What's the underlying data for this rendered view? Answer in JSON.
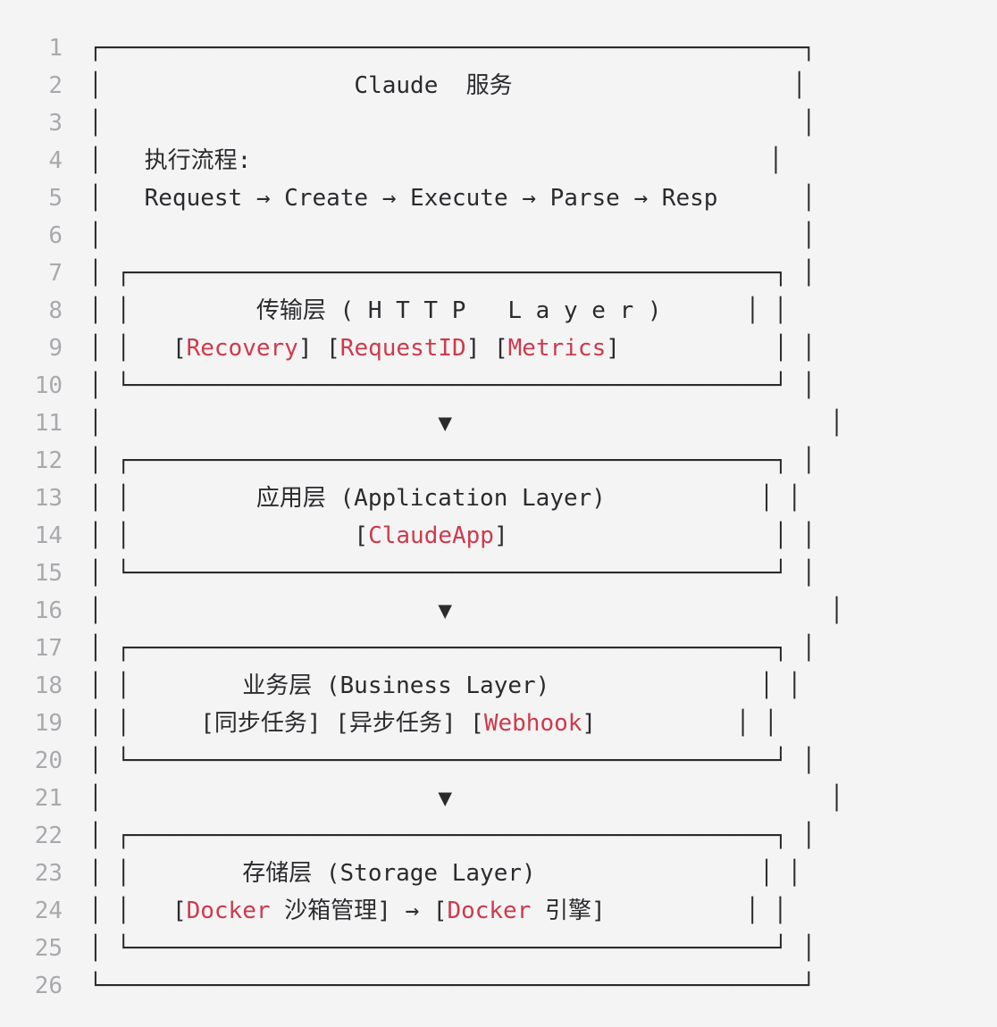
{
  "colors": {
    "background": "#f4f4f5",
    "text": "#2b2b2e",
    "line_numbers": "#a9a9ad",
    "accent_red": "#ce3a4b"
  },
  "diagram": {
    "title": "Claude 服务",
    "flow_label": "执行流程:",
    "flow_steps": [
      "Request",
      "Create",
      "Execute",
      "Parse",
      "Resp"
    ],
    "layers": [
      {
        "title": "传输层 (HTTP Layer)",
        "components": [
          "Recovery",
          "RequestID",
          "Metrics"
        ]
      },
      {
        "title": "应用层 (Application Layer)",
        "components": [
          "ClaudeApp"
        ]
      },
      {
        "title": "业务层 (Business Layer)",
        "components": [
          "同步任务",
          "异步任务",
          "Webhook"
        ]
      },
      {
        "title": "存储层 (Storage Layer)",
        "components": [
          "Docker 沙箱管理",
          "Docker 引擎"
        ]
      }
    ],
    "red_tokens": [
      "Recovery",
      "RequestID",
      "Metrics",
      "ClaudeApp",
      "Webhook",
      "Docker"
    ],
    "arrow_glyph": "▼",
    "flow_arrow_glyph": "→",
    "line_count": 26
  },
  "lines": [
    {
      "n": 1,
      "segs": [
        [
          "t",
          "┌"
        ],
        [
          "d",
          50
        ],
        [
          "t",
          "┐"
        ]
      ]
    },
    {
      "n": 2,
      "segs": [
        [
          "t",
          "│"
        ],
        [
          "s",
          18
        ],
        [
          "t",
          "Claude  服务"
        ],
        [
          "s",
          20
        ],
        [
          "t",
          "│"
        ]
      ]
    },
    {
      "n": 3,
      "segs": [
        [
          "t",
          "│"
        ],
        [
          "s",
          50
        ],
        [
          "t",
          "│"
        ]
      ]
    },
    {
      "n": 4,
      "segs": [
        [
          "t",
          "│"
        ],
        [
          "s",
          3
        ],
        [
          "t",
          "执行流程:"
        ],
        [
          "s",
          37
        ],
        [
          "t",
          "│"
        ]
      ]
    },
    {
      "n": 5,
      "segs": [
        [
          "t",
          "│"
        ],
        [
          "s",
          3
        ],
        [
          "t",
          "Request → Create → Execute → Parse → Resp"
        ],
        [
          "s",
          6
        ],
        [
          "t",
          "│"
        ]
      ]
    },
    {
      "n": 6,
      "segs": [
        [
          "t",
          "│"
        ],
        [
          "s",
          50
        ],
        [
          "t",
          "│"
        ]
      ]
    },
    {
      "n": 7,
      "segs": [
        [
          "t",
          "│ ┌"
        ],
        [
          "d",
          46
        ],
        [
          "t",
          "┐ │"
        ]
      ]
    },
    {
      "n": 8,
      "segs": [
        [
          "t",
          "│ │"
        ],
        [
          "s",
          9
        ],
        [
          "t",
          "传输层 "
        ],
        [
          "w",
          "(HTTP Layer)"
        ],
        [
          "s",
          5
        ],
        [
          "t",
          "│ │"
        ]
      ]
    },
    {
      "n": 9,
      "segs": [
        [
          "t",
          "│ │"
        ],
        [
          "s",
          3
        ],
        [
          "t",
          "["
        ],
        [
          "r",
          "Recovery"
        ],
        [
          "t",
          "] ["
        ],
        [
          "r",
          "RequestID"
        ],
        [
          "t",
          "] ["
        ],
        [
          "r",
          "Metrics"
        ],
        [
          "t",
          "]"
        ],
        [
          "s",
          11
        ],
        [
          "t",
          "│ │"
        ]
      ]
    },
    {
      "n": 10,
      "segs": [
        [
          "t",
          "│ └"
        ],
        [
          "d",
          46
        ],
        [
          "t",
          "┘ │"
        ]
      ]
    },
    {
      "n": 11,
      "segs": [
        [
          "t",
          "│"
        ],
        [
          "s",
          24
        ],
        [
          "t",
          "▼"
        ],
        [
          "s",
          27
        ],
        [
          "t",
          "│"
        ]
      ]
    },
    {
      "n": 12,
      "segs": [
        [
          "t",
          "│ ┌"
        ],
        [
          "d",
          46
        ],
        [
          "t",
          "┐ │"
        ]
      ]
    },
    {
      "n": 13,
      "segs": [
        [
          "t",
          "│ │"
        ],
        [
          "s",
          9
        ],
        [
          "t",
          "应用层 (Application Layer)"
        ],
        [
          "s",
          11
        ],
        [
          "t",
          "│ │"
        ]
      ]
    },
    {
      "n": 14,
      "segs": [
        [
          "t",
          "│ │"
        ],
        [
          "s",
          16
        ],
        [
          "t",
          "["
        ],
        [
          "r",
          "ClaudeApp"
        ],
        [
          "t",
          "]"
        ],
        [
          "s",
          19
        ],
        [
          "t",
          "│ │"
        ]
      ]
    },
    {
      "n": 15,
      "segs": [
        [
          "t",
          "│ └"
        ],
        [
          "d",
          46
        ],
        [
          "t",
          "┘ │"
        ]
      ]
    },
    {
      "n": 16,
      "segs": [
        [
          "t",
          "│"
        ],
        [
          "s",
          24
        ],
        [
          "t",
          "▼"
        ],
        [
          "s",
          27
        ],
        [
          "t",
          "│"
        ]
      ]
    },
    {
      "n": 17,
      "segs": [
        [
          "t",
          "│ ┌"
        ],
        [
          "d",
          46
        ],
        [
          "t",
          "┐ │"
        ]
      ]
    },
    {
      "n": 18,
      "segs": [
        [
          "t",
          "│ │"
        ],
        [
          "s",
          8
        ],
        [
          "t",
          "业务层 (Business Layer)"
        ],
        [
          "s",
          15
        ],
        [
          "t",
          "│ │"
        ]
      ]
    },
    {
      "n": 19,
      "segs": [
        [
          "t",
          "│ │"
        ],
        [
          "s",
          5
        ],
        [
          "t",
          "[同步任务] [异步任务] ["
        ],
        [
          "r",
          "Webhook"
        ],
        [
          "t",
          "]"
        ],
        [
          "s",
          10
        ],
        [
          "t",
          "│ │"
        ]
      ]
    },
    {
      "n": 20,
      "segs": [
        [
          "t",
          "│ └"
        ],
        [
          "d",
          46
        ],
        [
          "t",
          "┘ │"
        ]
      ]
    },
    {
      "n": 21,
      "segs": [
        [
          "t",
          "│"
        ],
        [
          "s",
          24
        ],
        [
          "t",
          "▼"
        ],
        [
          "s",
          27
        ],
        [
          "t",
          "│"
        ]
      ]
    },
    {
      "n": 22,
      "segs": [
        [
          "t",
          "│ ┌"
        ],
        [
          "d",
          46
        ],
        [
          "t",
          "┐ │"
        ]
      ]
    },
    {
      "n": 23,
      "segs": [
        [
          "t",
          "│ │"
        ],
        [
          "s",
          8
        ],
        [
          "t",
          "存储层 (Storage Layer)"
        ],
        [
          "s",
          16
        ],
        [
          "t",
          "│ │"
        ]
      ]
    },
    {
      "n": 24,
      "segs": [
        [
          "t",
          "│ │"
        ],
        [
          "s",
          3
        ],
        [
          "t",
          "["
        ],
        [
          "r",
          "Docker"
        ],
        [
          "t",
          " 沙箱管理] → ["
        ],
        [
          "r",
          "Docker"
        ],
        [
          "t",
          " 引擎]"
        ],
        [
          "s",
          10
        ],
        [
          "t",
          "│ │"
        ]
      ]
    },
    {
      "n": 25,
      "segs": [
        [
          "t",
          "│ └"
        ],
        [
          "d",
          46
        ],
        [
          "t",
          "┘ │"
        ]
      ]
    },
    {
      "n": 26,
      "segs": [
        [
          "t",
          "└"
        ],
        [
          "d",
          50
        ],
        [
          "t",
          "┘"
        ]
      ]
    }
  ]
}
